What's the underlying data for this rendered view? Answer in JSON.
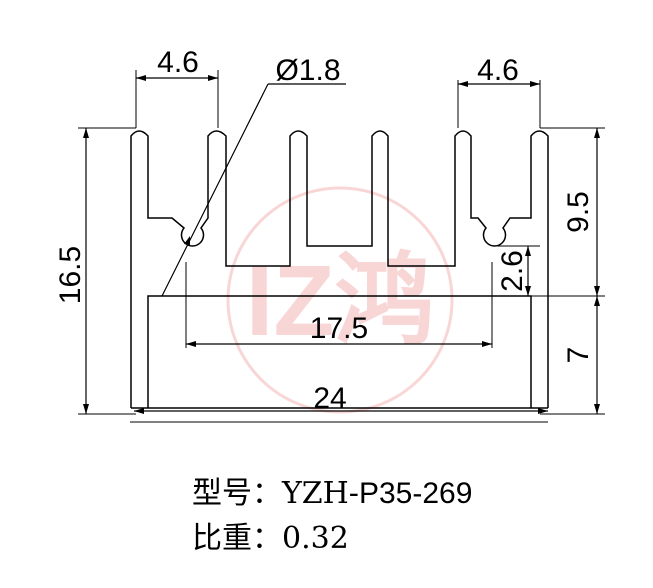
{
  "dimensions": {
    "top_left_width": "4.6",
    "hole_diameter": "Ø1.8",
    "top_right_width": "4.6",
    "total_height": "16.5",
    "fin_height": "9.5",
    "slot_height": "2.6",
    "base_height": "7",
    "inner_width": "17.5",
    "total_width": "24"
  },
  "watermark": {
    "text": "IZ鸿",
    "color": "#f0a0a0"
  },
  "caption": {
    "model_label": "型号：",
    "model_value_prefix": "YZH-",
    "model_value_suffix": "P35-269",
    "weight_label": "比重：",
    "weight_value": "0.32"
  }
}
